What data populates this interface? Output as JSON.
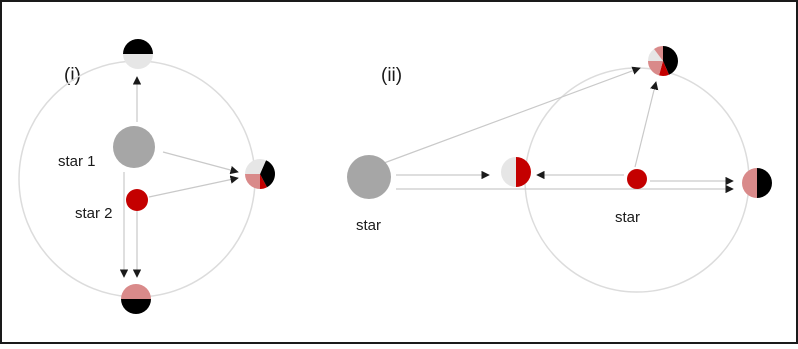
{
  "panels": {
    "panel_i": {
      "label": "(i)",
      "star1_label": "star 1",
      "star2_label": "star 2"
    },
    "panel_ii": {
      "label": "(ii)",
      "left_star_label": "star",
      "center_star_label": "star"
    }
  },
  "colors": {
    "border": "#1a1a1a",
    "orbit": "#dcdcdc",
    "arrow": "#c9c9c9",
    "star_gray": "#a6a6a6",
    "star_red": "#c40000",
    "light_red": "#d98a8a",
    "light_gray": "#e6e6e6",
    "black": "#000000"
  }
}
